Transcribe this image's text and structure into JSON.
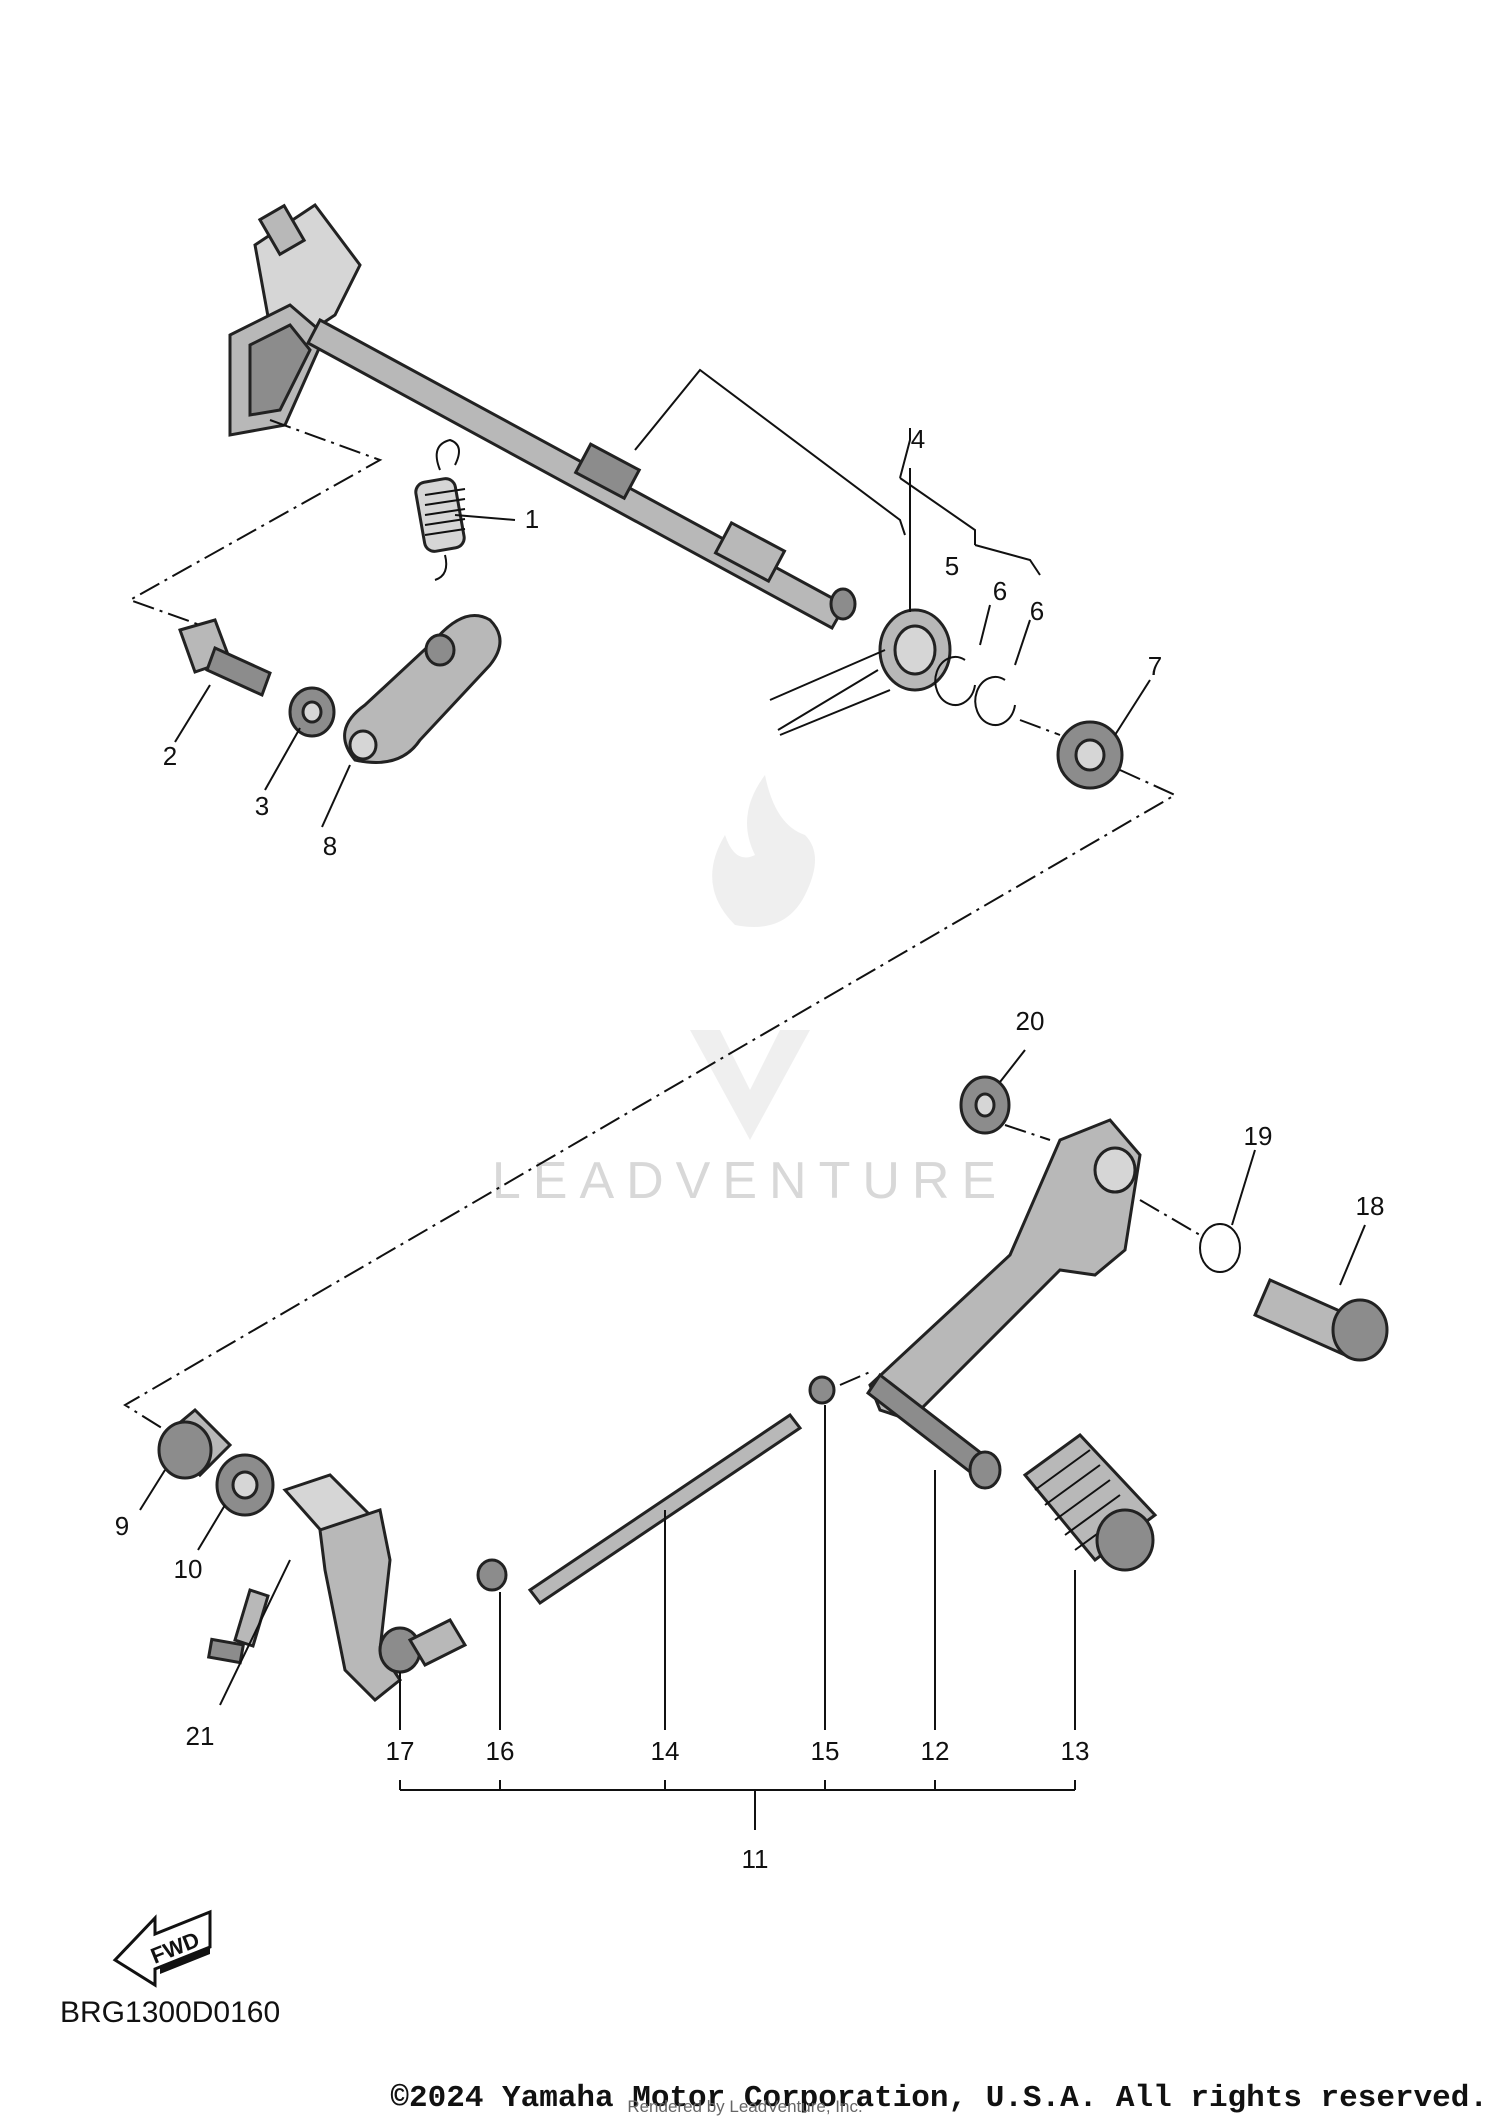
{
  "callouts": {
    "c1": "1",
    "c2": "2",
    "c3": "3",
    "c4": "4",
    "c5": "5",
    "c6a": "6",
    "c6b": "6",
    "c7": "7",
    "c8": "8",
    "c9": "9",
    "c10": "10",
    "c11": "11",
    "c12": "12",
    "c13": "13",
    "c14": "14",
    "c15": "15",
    "c16": "16",
    "c17": "17",
    "c18": "18",
    "c19": "19",
    "c20": "20",
    "c21": "21"
  },
  "diagram_code": "BRG1300D0160",
  "fwd_label": "FWD",
  "watermark": "LEADVENTURE",
  "copyright": "©2024 Yamaha Motor Corporation, U.S.A. All rights reserved.",
  "rendered_by": "Rendered by LeadVenture, Inc."
}
